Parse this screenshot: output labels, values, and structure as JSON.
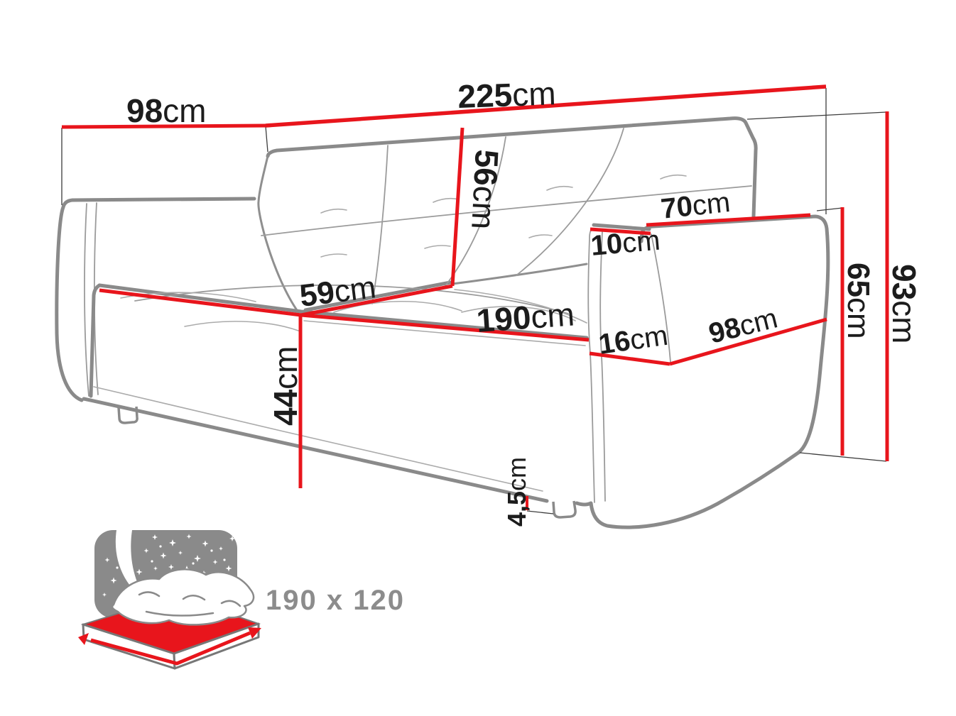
{
  "diagram": {
    "type": "sofa-dimension-diagram",
    "dims": {
      "top_depth": {
        "value": "98",
        "unit": "cm"
      },
      "total_width": {
        "value": "225",
        "unit": "cm"
      },
      "backrest_height": {
        "value": "56",
        "unit": "cm"
      },
      "seat_depth": {
        "value": "59",
        "unit": "cm"
      },
      "seat_width": {
        "value": "190",
        "unit": "cm"
      },
      "seat_height": {
        "value": "44",
        "unit": "cm"
      },
      "armrest_length": {
        "value": "70",
        "unit": "cm"
      },
      "armrest_top_width": {
        "value": "10",
        "unit": "cm"
      },
      "armrest_bottom_width": {
        "value": "16",
        "unit": "cm"
      },
      "side_depth": {
        "value": "98",
        "unit": "cm"
      },
      "armrest_height": {
        "value": "65",
        "unit": "cm"
      },
      "total_height": {
        "value": "93",
        "unit": "cm"
      },
      "leg_height": {
        "value": "4,5",
        "unit": "cm"
      }
    },
    "bed_icon": {
      "size_label": "190 x 120"
    },
    "colors": {
      "dimension_red": "#e8151c",
      "outline_gray": "#8a8a8a",
      "sketch_gray": "#9b9b9b",
      "connector_black": "#3c3c3c",
      "label_black": "#1c1c1c",
      "label_gray": "#8c8c8c"
    }
  }
}
